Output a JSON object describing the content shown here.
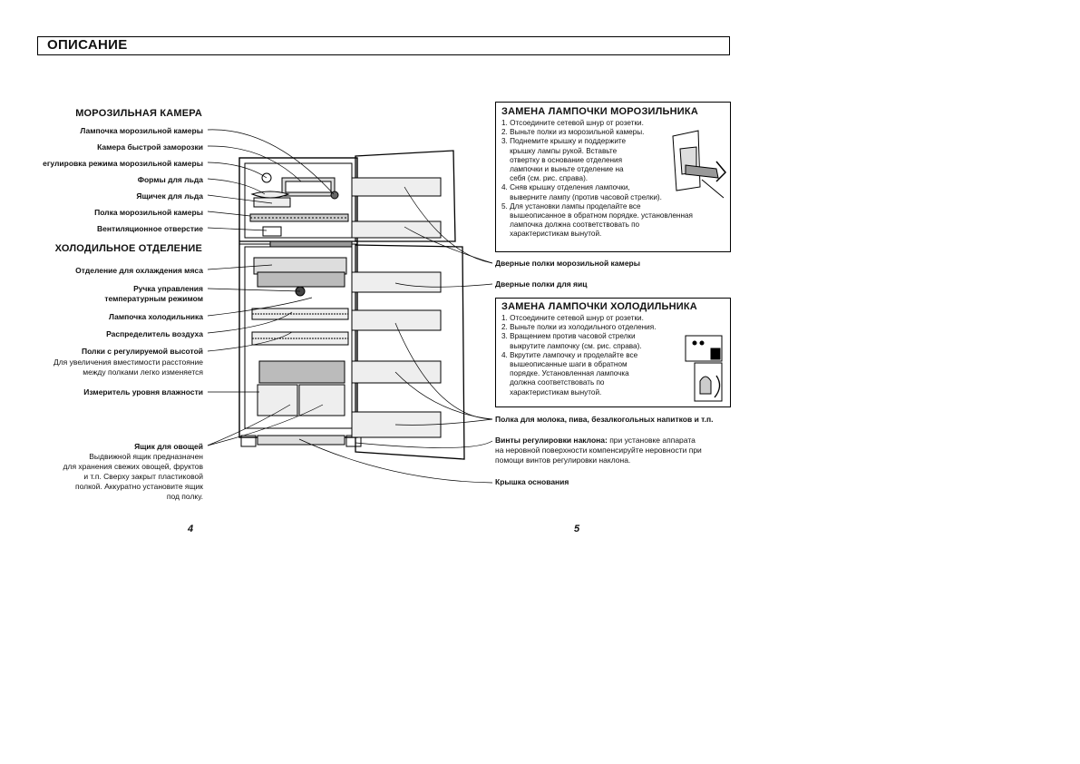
{
  "header": {
    "title": "ОПИСАНИЕ"
  },
  "left": {
    "freezer_title": "МОРОЗИЛЬНАЯ КАМЕРА",
    "freezer_items": [
      "Лампочка морозильной камеры",
      "Камера быстрой заморозки",
      "егулировка режима морозильной камеры",
      "Формы для льда",
      "Ящичек для льда",
      "Полка морозильной камеры",
      "Вентиляционное отверстие"
    ],
    "fridge_title": "ХОЛОДИЛЬНОЕ ОТДЕЛЕНИЕ",
    "meat": "Отделение для охлаждения мяса",
    "knob_1": "Ручка управления",
    "knob_2": "температурным режимом",
    "lamp": "Лампочка холодильника",
    "air": "Распределитель воздуха",
    "shelves": "Полки с регулируемой высотой",
    "shelves_d1": "Для увеличения вместимости расстояние",
    "shelves_d2": "между полками легко изменяется",
    "humidity": "Измеритель уровня влажности",
    "veg": "Ящик для овощей",
    "veg_d1": "Выдвижной ящик предназначен",
    "veg_d2": "для хранения свежих овощей, фруктов",
    "veg_d3": "и т.п. Сверху закрыт пластиковой",
    "veg_d4": "полкой. Аккуратно установите ящик",
    "veg_d5": "под полку."
  },
  "right": {
    "door_freezer": "Дверные полки морозильной камеры",
    "door_eggs": "Дверные полки для яиц",
    "door_milk": "Полка для молока, пива, безалкогольных напитков и т.п.",
    "screws_bold": "Винты регулировки наклона:",
    "screws_1": " при установке аппарата",
    "screws_2": "на неровной поверхности компенсируйте неровности при",
    "screws_3": "помощи винтов регулировки наклона.",
    "base_cover": "Крышка основания"
  },
  "box1": {
    "title": "ЗАМЕНА ЛАМПОЧКИ МОРОЗИЛЬНИКА",
    "lines": [
      "1. Отсоедините сетевой шнур от розетки.",
      "2. Выньте полки из морозильной камеры.",
      "3. Поднемите крышку и поддержите",
      "    крышку лампы рукой. Вставьте",
      "    отвертку в основание отделения",
      "    лампочки и выньте отделение на",
      "    себя (см. рис. справа).",
      "4. Сняв крышку отделения лампочки,",
      "    выверните лампу (против часовой стрелки).",
      "5. Для установки лампы проделайте все",
      "    вышеописанное в обратном порядке. установленная",
      "    лампочка должна соответствовать по",
      "    характеристикам вынутой."
    ]
  },
  "box2": {
    "title": "ЗАМЕНА ЛАМПОЧКИ ХОЛОДИЛЬНИКА",
    "lines": [
      "1. Отсоедините сетевой шнур от розетки.",
      "2. Выньте полки из холодильного отделения.",
      "3. Вращением против часовой стрелки",
      "    выкрутите лампочку (см. рис. справа).",
      "4. Вкрутите лампочку и проделайте все",
      "    вышеописанные шаги в обратном",
      "    порядке. Установленная лампочка",
      "    должна соответствовать по",
      "    характеристикам вынутой."
    ]
  },
  "pages": {
    "left": "4",
    "right": "5"
  }
}
